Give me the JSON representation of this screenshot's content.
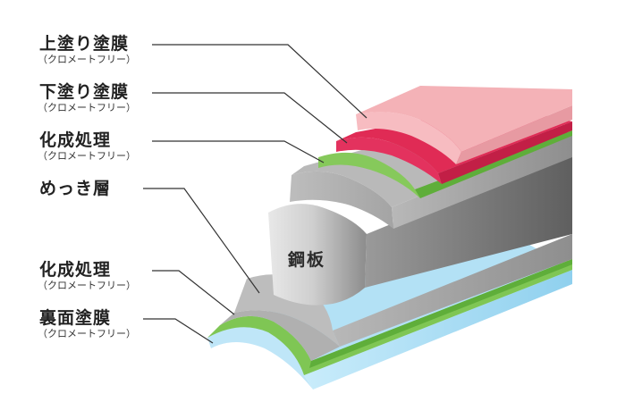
{
  "layers": [
    {
      "label": "上塗り塗膜",
      "note": "（クロメートフリー）"
    },
    {
      "label": "下塗り塗膜",
      "note": "（クロメートフリー）"
    },
    {
      "label": "化成処理",
      "note": "（クロメートフリー）"
    },
    {
      "label": "めっき層",
      "note": ""
    },
    {
      "label": "化成処理",
      "note": "（クロメートフリー）"
    },
    {
      "label": "裏面塗膜",
      "note": "（クロメートフリー）"
    }
  ],
  "core_label": "鋼板",
  "colors": {
    "top_coat": "#f4b2b7",
    "primer": "#e02b55",
    "chemical_treatment": "#7cc450",
    "plating": "#a9a9a9",
    "steel": "#9a9a9a",
    "back_coat": "#aadcf2"
  }
}
